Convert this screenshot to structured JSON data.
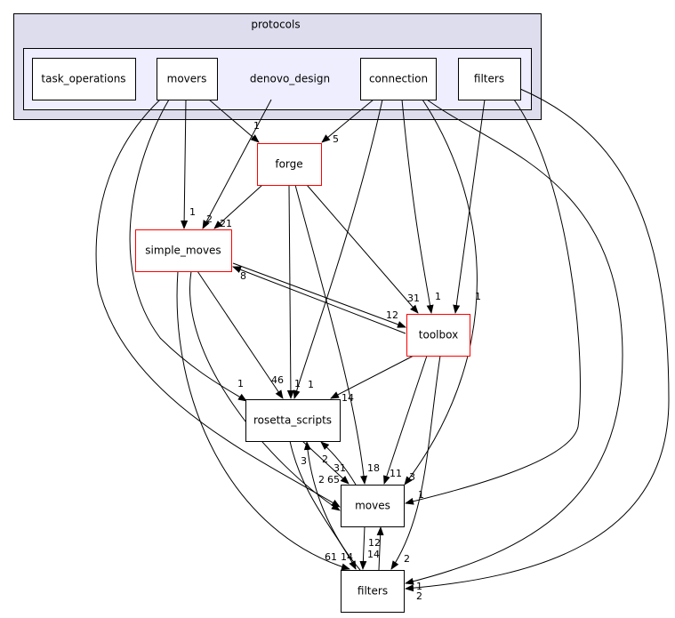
{
  "clusters": {
    "outer": {
      "label": "protocols",
      "fill": "#ddddee"
    },
    "inner": {
      "label": "denovo_design",
      "fill": "#eeeeff"
    }
  },
  "nodes": {
    "task_operations": "task_operations",
    "movers": "movers",
    "connection": "connection",
    "filters_top": "filters",
    "forge": "forge",
    "simple_moves": "simple_moves",
    "toolbox": "toolbox",
    "rosetta_scripts": "rosetta_scripts",
    "moves": "moves",
    "filters_bottom": "filters"
  },
  "colors": {
    "external_border": "#ff0000",
    "internal_border": "#000000",
    "edge": "#000000"
  },
  "edges": [
    {
      "from": "movers",
      "to": "forge",
      "label": "1"
    },
    {
      "from": "movers",
      "to": "simple_moves",
      "label": "1"
    },
    {
      "from": "denovo_design",
      "to": "simple_moves",
      "label": "2"
    },
    {
      "from": "forge",
      "to": "simple_moves",
      "label": "21"
    },
    {
      "from": "connection",
      "to": "forge",
      "label": "5"
    },
    {
      "from": "connection",
      "to": "rosetta_scripts",
      "label": "1"
    },
    {
      "from": "connection",
      "to": "toolbox",
      "label": "1"
    },
    {
      "from": "connection",
      "to": "moves",
      "label": "3"
    },
    {
      "from": "connection",
      "to": "filters",
      "label": "1"
    },
    {
      "from": "filters",
      "to": "toolbox",
      "label": "1"
    },
    {
      "from": "filters",
      "to": "moves",
      "label": "1"
    },
    {
      "from": "filters",
      "to": "filters",
      "label": "2"
    },
    {
      "from": "movers",
      "to": "rosetta_scripts",
      "label": "1"
    },
    {
      "from": "movers",
      "to": "moves",
      "label": "2"
    },
    {
      "from": "simple_moves",
      "to": "rosetta_scripts",
      "label": "46"
    },
    {
      "from": "simple_moves",
      "to": "moves",
      "label": "65"
    },
    {
      "from": "simple_moves",
      "to": "filters",
      "label": "61"
    },
    {
      "from": "simple_moves",
      "to": "toolbox",
      "label": "12"
    },
    {
      "from": "toolbox",
      "to": "simple_moves",
      "label": "8"
    },
    {
      "from": "forge",
      "to": "rosetta_scripts",
      "label": "1"
    },
    {
      "from": "forge",
      "to": "moves",
      "label": "18"
    },
    {
      "from": "forge",
      "to": "toolbox",
      "label": "31"
    },
    {
      "from": "toolbox",
      "to": "rosetta_scripts",
      "label": "14"
    },
    {
      "from": "toolbox",
      "to": "moves",
      "label": "11"
    },
    {
      "from": "toolbox",
      "to": "filters",
      "label": "2"
    },
    {
      "from": "rosetta_scripts",
      "to": "moves",
      "label": "31"
    },
    {
      "from": "moves",
      "to": "rosetta_scripts",
      "label": "2"
    },
    {
      "from": "rosetta_scripts",
      "to": "filters",
      "label": "14"
    },
    {
      "from": "filters",
      "to": "rosetta_scripts",
      "label": "3"
    },
    {
      "from": "moves",
      "to": "filters",
      "label": "14"
    },
    {
      "from": "filters",
      "to": "moves",
      "label": "12"
    }
  ]
}
